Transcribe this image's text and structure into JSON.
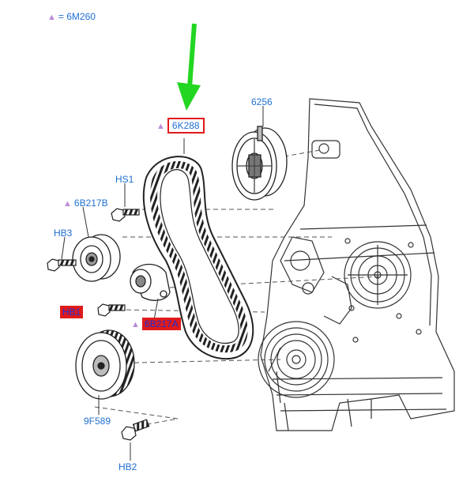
{
  "legend": {
    "symbol": "▲",
    "text": "= 6M260"
  },
  "labels": {
    "timing_belt": "6K288",
    "camshaft_pulley": "6256",
    "idler_bolt": "HS1",
    "idler_pulley": "6B217B",
    "idler_pulley_bolt": "HB3",
    "tensioner_bolt": "HB1",
    "tensioner": "6B217A",
    "crank_sprocket": "9F589",
    "crank_bolt": "HB2"
  },
  "markers": {
    "triangle": "▲",
    "arrow_color": "#22d622",
    "highlight_color": "#e01a1a",
    "label_color": "#1f6fd1",
    "triangle_color": "#b98ad8"
  }
}
